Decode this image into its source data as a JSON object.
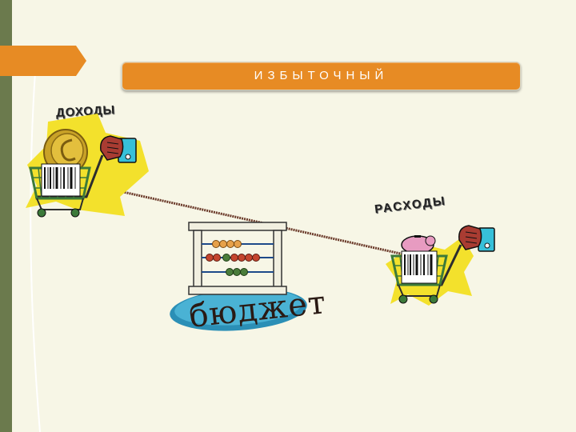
{
  "title": "ИЗБЫТОЧНЫЙ",
  "income_label": "ДОХОДЫ",
  "expense_label": "РАСХОДЫ",
  "budget_label": "бюджет",
  "colors": {
    "sidebar": "#6b7a4d",
    "banner": "#e78b24",
    "background": "#f7f6e6",
    "yellow_burst": "#f3e12c",
    "cart_green": "#3c7a3a",
    "beam": "#6b3a2a"
  },
  "icons": [
    "coin-icon",
    "hand-card-icon",
    "shopping-cart-icon",
    "barcode-icon",
    "piggy-bank-icon",
    "abacus-icon"
  ]
}
